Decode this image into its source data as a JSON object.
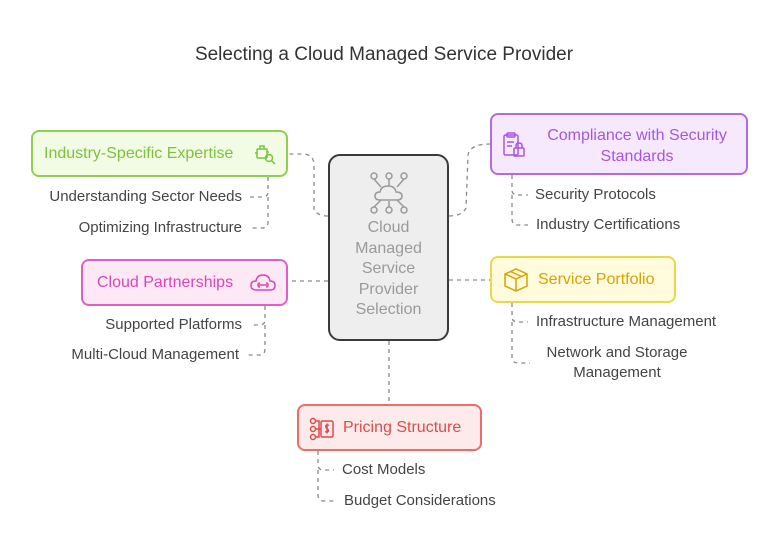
{
  "title": "Selecting a Cloud Managed Service Provider",
  "center": {
    "lines": [
      "Cloud",
      "Managed",
      "Service",
      "Provider",
      "Selection"
    ],
    "icon": "network-cloud-icon"
  },
  "topics": {
    "industry": {
      "label": "Industry-Specific Expertise",
      "icon": "engine-search-icon",
      "color": "#7cc23f",
      "items": [
        "Understanding Sector Needs",
        "Optimizing Infrastructure"
      ]
    },
    "cloud": {
      "label": "Cloud Partnerships",
      "icon": "cloud-link-icon",
      "color": "#d946b5",
      "items": [
        "Supported Platforms",
        "Multi-Cloud Management"
      ]
    },
    "compliance": {
      "label_line1": "Compliance with Security",
      "label_line2": "Standards",
      "icon": "clipboard-lock-icon",
      "color": "#a855e0",
      "items": [
        "Security Protocols",
        "Industry Certifications"
      ]
    },
    "service": {
      "label": "Service Portfolio",
      "icon": "box-icon",
      "color": "#d9a300",
      "items": [
        "Infrastructure Management",
        "Network and Storage",
        "Management"
      ]
    },
    "pricing": {
      "label": "Pricing Structure",
      "icon": "pricing-flow-icon",
      "color": "#e04b4b",
      "items": [
        "Cost Models",
        "Budget Considerations"
      ]
    }
  }
}
